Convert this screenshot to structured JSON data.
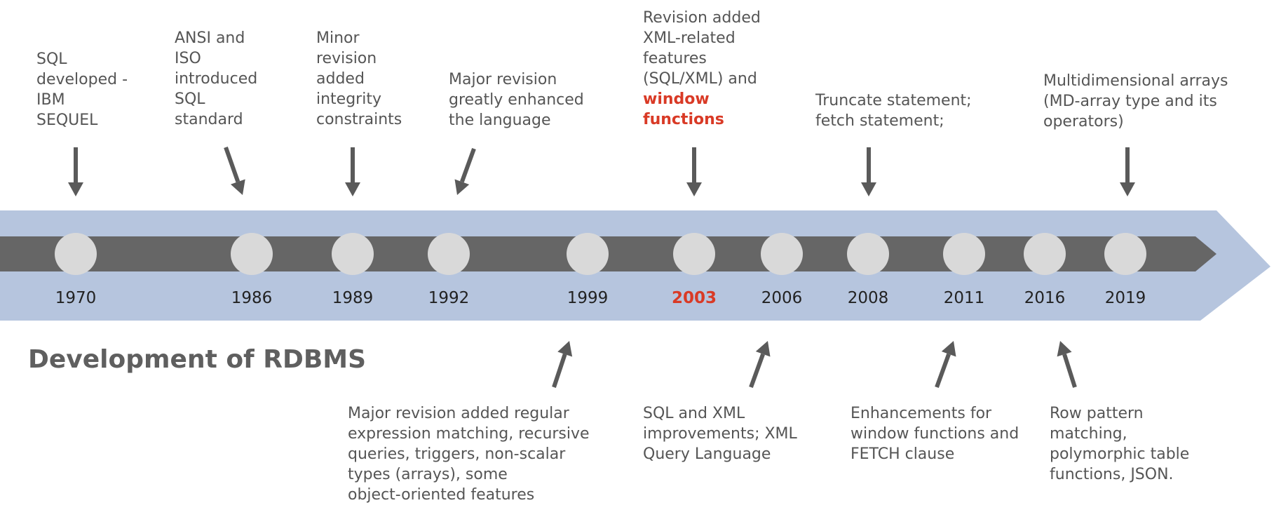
{
  "title": "Development of RDBMS",
  "colors": {
    "band": "#b6c5de",
    "track": "#666666",
    "node": "#d9d9d9",
    "arrow": "#5a5a5a",
    "highlight": "#d93a26",
    "text": "#555555"
  },
  "milestones": [
    {
      "year": "1970",
      "highlight_year": false,
      "note": "SQL\ndeveloped -\nIBM\nSEQUEL",
      "note_position": "above"
    },
    {
      "year": "1986",
      "highlight_year": false,
      "note": "ANSI and\nISO\nintroduced\nSQL\nstandard",
      "note_position": "above"
    },
    {
      "year": "1989",
      "highlight_year": false,
      "note": "Minor\nrevision\nadded\nintegrity\nconstraints",
      "note_position": "above"
    },
    {
      "year": "1992",
      "highlight_year": false,
      "note": "Major revision\ngreatly enhanced\nthe language",
      "note_position": "above"
    },
    {
      "year": "1999",
      "highlight_year": false,
      "note": "Major revision added regular\nexpression matching, recursive\nqueries, triggers, non-scalar\ntypes (arrays), some\nobject-oriented features",
      "note_position": "below"
    },
    {
      "year": "2003",
      "highlight_year": true,
      "note": "Revision added\nXML-related\nfeatures\n(SQL/XML) and\n",
      "note_highlight": "window\nfunctions",
      "note_position": "above"
    },
    {
      "year": "2006",
      "highlight_year": false,
      "note": "SQL and XML\nimprovements; XML\nQuery Language",
      "note_position": "below"
    },
    {
      "year": "2008",
      "highlight_year": false,
      "note": "Truncate statement;\nfetch statement;",
      "note_position": "above"
    },
    {
      "year": "2011",
      "highlight_year": false,
      "note": "Enhancements for\nwindow functions and\nFETCH clause",
      "note_position": "below"
    },
    {
      "year": "2016",
      "highlight_year": false,
      "note": "Row pattern\nmatching,\npolymorphic table\nfunctions, JSON.",
      "note_position": "below"
    },
    {
      "year": "2019",
      "highlight_year": false,
      "note": "Multidimensional arrays\n(MD-array type and its\noperators)",
      "note_position": "above"
    }
  ]
}
